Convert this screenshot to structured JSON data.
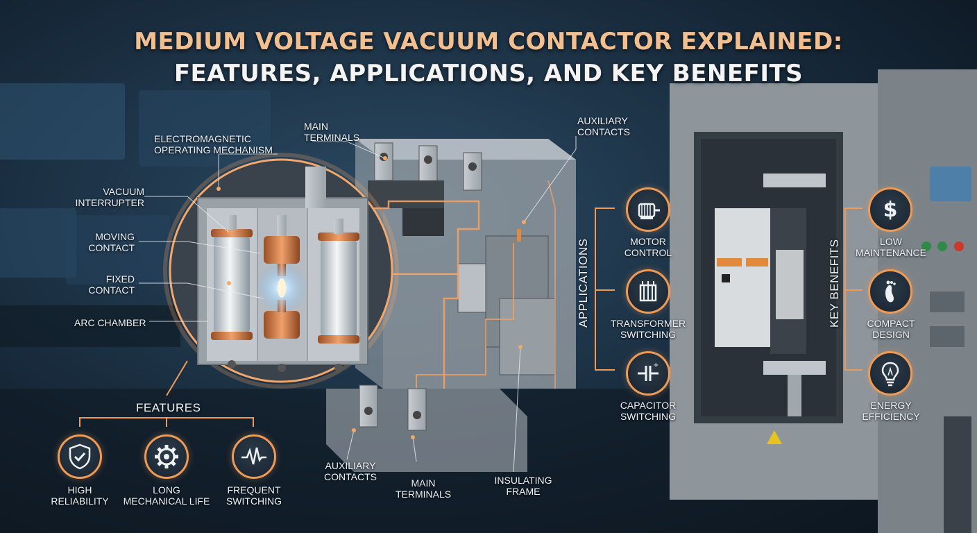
{
  "title": {
    "line1": "MEDIUM VOLTAGE VACUUM CONTACTOR EXPLAINED:",
    "line2": "FEATURES, APPLICATIONS, AND KEY BENEFITS"
  },
  "callouts": {
    "electromagnetic": [
      "ELECTROMAGNETIC",
      "OPERATING MECHANISM"
    ],
    "main_terminals_top": [
      "MAIN",
      "TERMINALS"
    ],
    "auxiliary_top": [
      "AUXILIARY",
      "CONTACTS"
    ],
    "vacuum_interrupter": [
      "VACUUM",
      "INTERRUPTER"
    ],
    "moving_contact": [
      "MOVING",
      "CONTACT"
    ],
    "fixed_contact": [
      "FIXED",
      "CONTACT"
    ],
    "arc_chamber": "ARC CHAMBER",
    "auxiliary_bottom": [
      "AUXILIARY",
      "CONTACTS"
    ],
    "main_terminals_bottom": [
      "MAIN",
      "TERMINALS"
    ],
    "insulating_frame": [
      "INSULATING",
      "FRAME"
    ]
  },
  "features": {
    "heading": "FEATURES",
    "items": [
      {
        "lines": [
          "HIGH",
          "RELIABILITY"
        ],
        "icon": "shield-check-icon"
      },
      {
        "lines": [
          "LONG",
          "MECHANICAL LIFE"
        ],
        "icon": "gear-icon"
      },
      {
        "lines": [
          "FREQUENT",
          "SWITCHING"
        ],
        "icon": "waveform-icon"
      }
    ]
  },
  "applications": {
    "heading": "APPLICATIONS",
    "items": [
      {
        "lines": [
          "MOTOR",
          "CONTROL"
        ],
        "icon": "motor-icon"
      },
      {
        "lines": [
          "TRANSFORMER",
          "SWITCHING"
        ],
        "icon": "transformer-icon"
      },
      {
        "lines": [
          "CAPACITOR",
          "SWITCHING"
        ],
        "icon": "capacitor-icon"
      }
    ]
  },
  "benefits": {
    "heading": "KEY BENEFITS",
    "items": [
      {
        "lines": [
          "LOW",
          "MAINTENANCE"
        ],
        "icon": "dollar-icon"
      },
      {
        "lines": [
          "COMPACT",
          "DESIGN"
        ],
        "icon": "footprint-icon"
      },
      {
        "lines": [
          "ENERGY",
          "EFFICIENCY"
        ],
        "icon": "lightbulb-icon"
      }
    ]
  },
  "colors": {
    "accent": "#ef9a55",
    "title_highlight": "#f2bf91",
    "background": "#142232"
  }
}
